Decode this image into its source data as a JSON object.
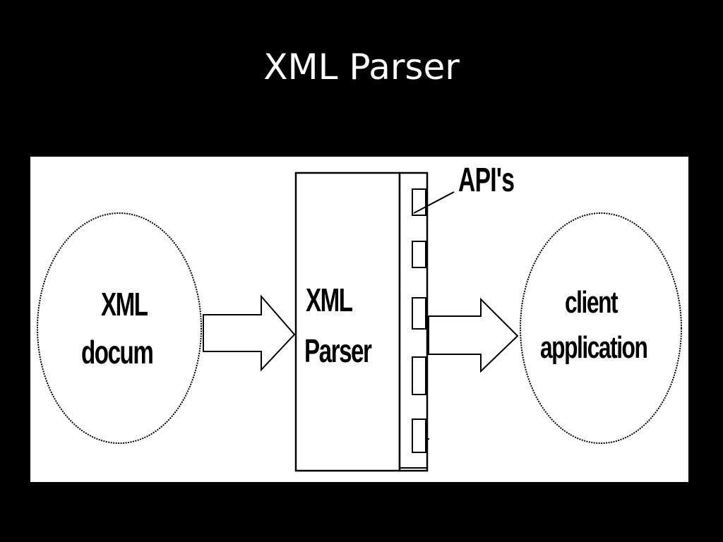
{
  "slide": {
    "title": "XML Parser"
  },
  "diagram": {
    "xml_document": {
      "line1": "XML",
      "line2": "docum"
    },
    "parser": {
      "line1": "XML",
      "line2": "Parser"
    },
    "client": {
      "line1": "client",
      "line2": "application"
    },
    "api_label": "API's"
  }
}
